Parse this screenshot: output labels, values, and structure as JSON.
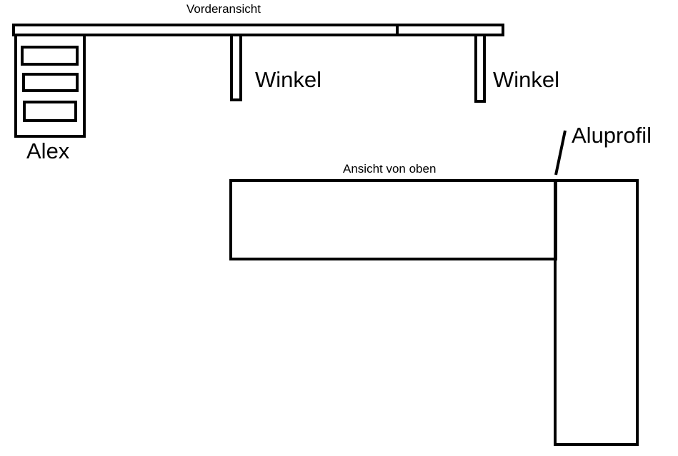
{
  "front_view": {
    "title": "Vorderansicht",
    "drawer_unit_label": "Alex",
    "bracket_left_label": "Winkel",
    "bracket_right_label": "Winkel"
  },
  "top_view": {
    "title": "Ansicht von oben",
    "profile_label": "Aluprofil"
  },
  "colors": {
    "stroke": "#000000",
    "background": "#ffffff"
  }
}
